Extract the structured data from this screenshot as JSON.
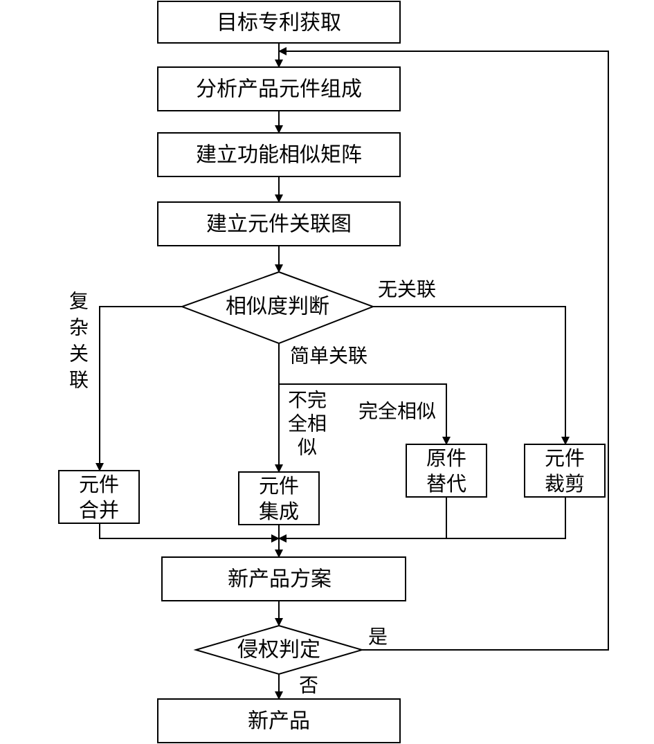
{
  "colors": {
    "stroke": "#000000",
    "fill": "#ffffff",
    "text": "#000000"
  },
  "nodes": {
    "acquire_patent": "目标专利获取",
    "analyze_components": "分析产品元件组成",
    "build_matrix": "建立功能相似矩阵",
    "build_graph": "建立元件关联图",
    "similarity_judgement": "相似度判断",
    "merge_line1": "元件",
    "merge_line2": "合并",
    "integrate_line1": "元件",
    "integrate_line2": "集成",
    "replace_line1": "原件",
    "replace_line2": "替代",
    "trim_line1": "元件",
    "trim_line2": "裁剪",
    "new_scheme": "新产品方案",
    "infringement_judgement": "侵权判定",
    "new_product": "新产品"
  },
  "edge_labels": {
    "complex_1": "复",
    "complex_2": "杂",
    "complex_3": "关",
    "complex_4": "联",
    "none": "无关联",
    "simple": "简单关联",
    "partial_1": "不完",
    "partial_2": "全相",
    "partial_3": "似",
    "full": "完全相似",
    "yes": "是",
    "no": "否"
  }
}
